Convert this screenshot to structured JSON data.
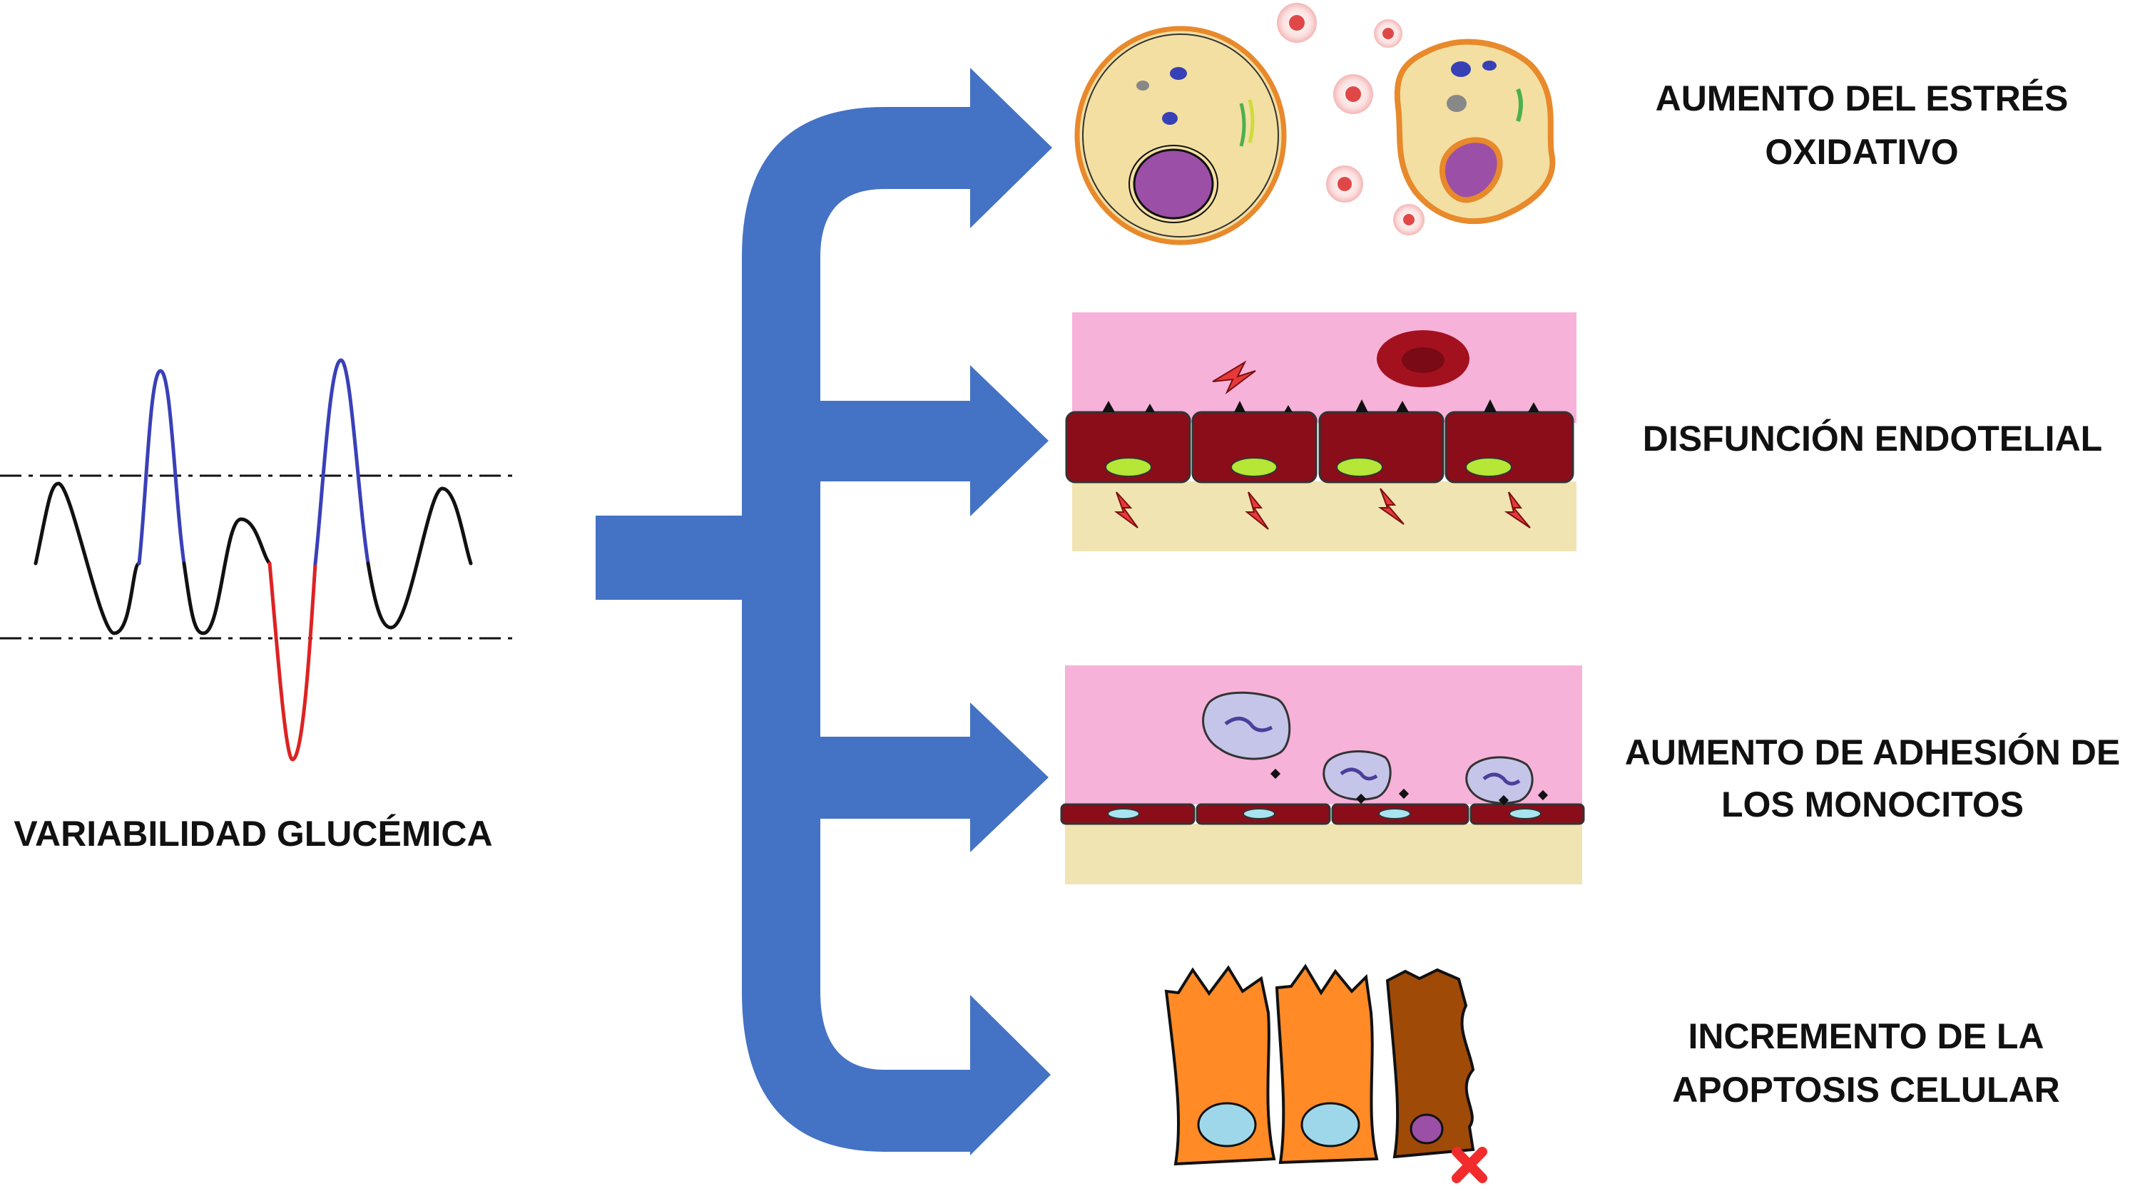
{
  "left_label": "VARIABILIDAD GLUCÉMICA",
  "outcomes": [
    {
      "lines": [
        "AUMENTO DEL ESTRÉS",
        "OXIDATIVO"
      ]
    },
    {
      "lines": [
        "DISFUNCIÓN ENDOTELIAL"
      ]
    },
    {
      "lines": [
        "AUMENTO DE ADHESIÓN DE",
        "LOS MONOCITOS"
      ]
    },
    {
      "lines": [
        "INCREMENTO DE LA",
        "APOPTOSIS CELULAR"
      ]
    }
  ],
  "colors": {
    "arrow": "#4472C4",
    "curve": "#111111",
    "hyperglycemia": "#3a40b8",
    "hypoglycemia": "#dd2222",
    "lumen": "#f7b2d9",
    "tissue": "#f1e4b3",
    "endothelium": "#8b0d1a",
    "cell_orange": "#ff8a26",
    "dead_cell": "#a04a08"
  },
  "icons": [
    "oxidative-stress-cells-icon",
    "endothelium-icon",
    "monocyte-adhesion-icon",
    "apoptosis-cells-icon"
  ]
}
